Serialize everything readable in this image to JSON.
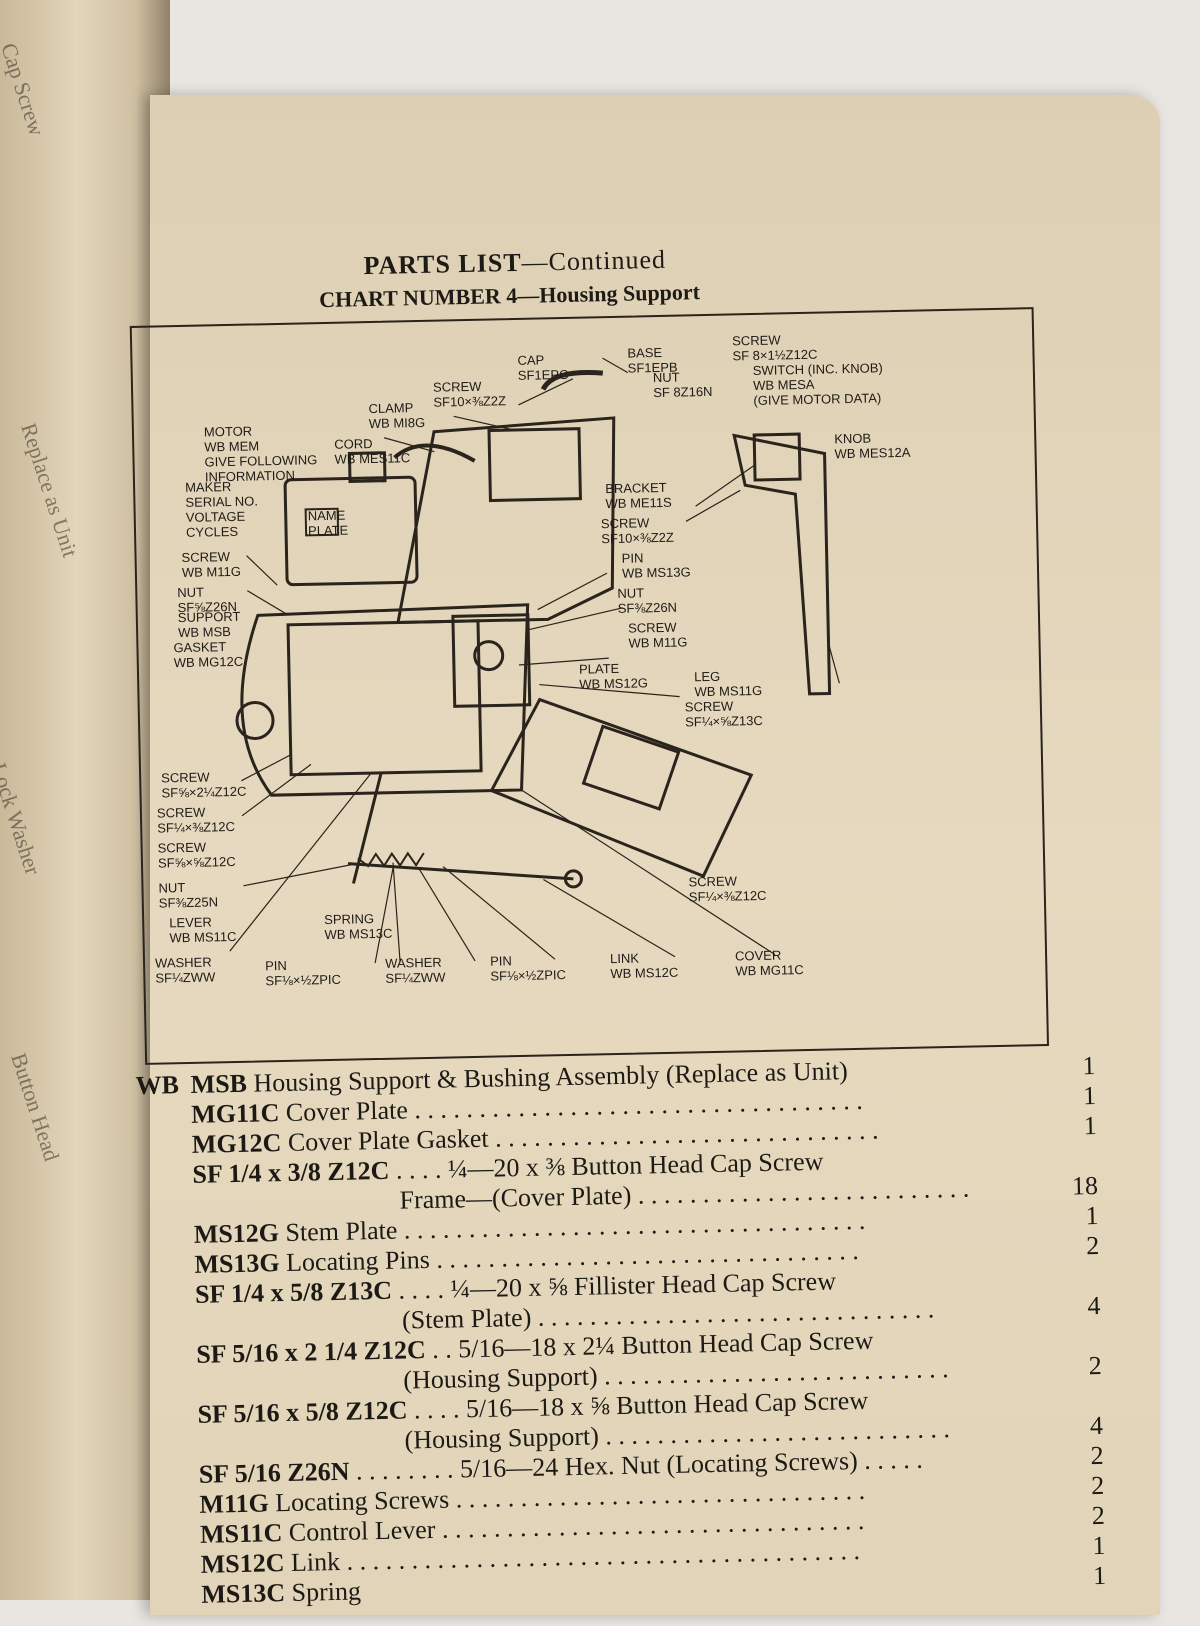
{
  "left_page": {
    "fragments": [
      "Cap Screw",
      "Replace as Unit",
      "Lock Washer",
      "Button Head"
    ]
  },
  "header": {
    "title": "PARTS LIST",
    "continued": "—Continued",
    "chart": "CHART NUMBER 4—Housing Support"
  },
  "diagram": {
    "labels": [
      {
        "id": "cap",
        "lines": [
          "CAP",
          "SF1EPC"
        ]
      },
      {
        "id": "base",
        "lines": [
          "BASE",
          "SF1EPB"
        ]
      },
      {
        "id": "screw-top",
        "lines": [
          "SCREW",
          "SF 8×1½Z12C"
        ]
      },
      {
        "id": "switch",
        "lines": [
          "SWITCH (INC. KNOB)",
          "WB MESA",
          "(GIVE MOTOR DATA)"
        ]
      },
      {
        "id": "nut-top",
        "lines": [
          "NUT",
          "SF 8Z16N"
        ]
      },
      {
        "id": "knob",
        "lines": [
          "KNOB",
          "WB MES12A"
        ]
      },
      {
        "id": "screw-clamp",
        "lines": [
          "SCREW",
          "SF10×⅜Z2Z"
        ]
      },
      {
        "id": "clamp",
        "lines": [
          "CLAMP",
          "WB MI8G"
        ]
      },
      {
        "id": "cord",
        "lines": [
          "CORD",
          "WB MES11C"
        ]
      },
      {
        "id": "motor",
        "lines": [
          "MOTOR",
          "WB MEM",
          "GIVE FOLLOWING",
          "INFORMATION"
        ]
      },
      {
        "id": "nameplate-fields",
        "lines": [
          "MAKER",
          "SERIAL NO.",
          "VOLTAGE",
          "CYCLES"
        ]
      },
      {
        "id": "nameplate",
        "lines": [
          "NAME",
          "PLATE"
        ]
      },
      {
        "id": "bracket",
        "lines": [
          "BRACKET",
          "WB ME11S"
        ]
      },
      {
        "id": "screw-bracket",
        "lines": [
          "SCREW",
          "SF10×⅜Z2Z"
        ]
      },
      {
        "id": "pin-top",
        "lines": [
          "PIN",
          "WB MS13G"
        ]
      },
      {
        "id": "nut-mid",
        "lines": [
          "NUT",
          "SF⅜Z26N"
        ]
      },
      {
        "id": "screw-mid",
        "lines": [
          "SCREW",
          "WB M11G"
        ]
      },
      {
        "id": "plate",
        "lines": [
          "PLATE",
          "WB MS12G"
        ]
      },
      {
        "id": "leg",
        "lines": [
          "LEG",
          "WB MS11G"
        ]
      },
      {
        "id": "screw-plate",
        "lines": [
          "SCREW",
          "SF¼×⅝Z13C"
        ]
      },
      {
        "id": "screw-left1",
        "lines": [
          "SCREW",
          "WB M11G"
        ]
      },
      {
        "id": "nut-left1",
        "lines": [
          "NUT",
          "SF⅝Z26N"
        ]
      },
      {
        "id": "support",
        "lines": [
          "SUPPORT",
          "WB MSB"
        ]
      },
      {
        "id": "gasket",
        "lines": [
          "GASKET",
          "WB MG12C"
        ]
      },
      {
        "id": "screw-l2",
        "lines": [
          "SCREW",
          "SF⅝×2¼Z12C"
        ]
      },
      {
        "id": "screw-l3",
        "lines": [
          "SCREW",
          "SF¼×⅜Z12C"
        ]
      },
      {
        "id": "screw-l4",
        "lines": [
          "SCREW",
          "SF⅝×⅝Z12C"
        ]
      },
      {
        "id": "nut-l5",
        "lines": [
          "NUT",
          "SF⅜Z25N"
        ]
      },
      {
        "id": "lever",
        "lines": [
          "LEVER",
          "WB MS11C"
        ]
      },
      {
        "id": "washer1",
        "lines": [
          "WASHER",
          "SF¼ZWW"
        ]
      },
      {
        "id": "pin1",
        "lines": [
          "PIN",
          "SF⅛×½ZPIC"
        ]
      },
      {
        "id": "spring",
        "lines": [
          "SPRING",
          "WB MS13C"
        ]
      },
      {
        "id": "washer2",
        "lines": [
          "WASHER",
          "SF¼ZWW"
        ]
      },
      {
        "id": "pin2",
        "lines": [
          "PIN",
          "SF⅛×½ZPIC"
        ]
      },
      {
        "id": "link",
        "lines": [
          "LINK",
          "WB MS12C"
        ]
      },
      {
        "id": "cover",
        "lines": [
          "COVER",
          "WB MG11C"
        ]
      },
      {
        "id": "screw-bottom",
        "lines": [
          "SCREW",
          "SF¼×⅜Z12C"
        ]
      }
    ]
  },
  "parts": [
    {
      "prefix": "WB",
      "code": "MSB",
      "desc": "Housing Support & Bushing Assembly (Replace as Unit)",
      "qty": "1"
    },
    {
      "prefix": "",
      "code": "MG11C",
      "desc": "Cover Plate . . . . . . . . . . . . . . . . . . . . . . . . . . . . . . . . . . .",
      "qty": "1"
    },
    {
      "prefix": "",
      "code": "MG12C",
      "desc": "Cover Plate Gasket . . . . . . . . . . . . . . . . . . . . . . . . . . . . . .",
      "qty": "1"
    },
    {
      "prefix": "",
      "code": "SF 1/4 x 3/8 Z12C",
      "desc": ". . . . ¼—20 x ⅜ Button Head Cap Screw",
      "qty": ""
    },
    {
      "prefix": "",
      "code": "",
      "desc": "Frame—(Cover Plate) . . . . . . . . . . . . . . . . . . . . . . . . . .",
      "qty": "18"
    },
    {
      "prefix": "",
      "code": "MS12G",
      "desc": "Stem Plate . . . . . . . . . . . . . . . . . . . . . . . . . . . . . . . . . . . .",
      "qty": "1"
    },
    {
      "prefix": "",
      "code": "MS13G",
      "desc": "Locating Pins . . . . . . . . . . . . . . . . . . . . . . . . . . . . . . . . .",
      "qty": "2"
    },
    {
      "prefix": "",
      "code": "SF 1/4 x 5/8 Z13C",
      "desc": ". . . . ¼—20 x ⅝ Fillister Head Cap Screw",
      "qty": ""
    },
    {
      "prefix": "",
      "code": "",
      "desc": "(Stem Plate) . . . . . . . . . . . . . . . . . . . . . . . . . . . . . . .",
      "qty": "4"
    },
    {
      "prefix": "",
      "code": "SF 5/16 x 2 1/4 Z12C",
      "desc": ". . 5/16—18 x 2¼ Button Head Cap Screw",
      "qty": ""
    },
    {
      "prefix": "",
      "code": "",
      "desc": "(Housing Support) . . . . . . . . . . . . . . . . . . . . . . . . . . .",
      "qty": "2"
    },
    {
      "prefix": "",
      "code": "SF 5/16 x 5/8 Z12C",
      "desc": ". . . . 5/16—18 x ⅝ Button Head  Cap Screw",
      "qty": ""
    },
    {
      "prefix": "",
      "code": "",
      "desc": "(Housing Support) . . . . . . . . . . . . . . . . . . . . . . . . . . .",
      "qty": "4"
    },
    {
      "prefix": "",
      "code": "SF 5/16 Z26N",
      "desc": ". . . . . . . . 5/16—24 Hex. Nut (Locating Screws) . . . . .",
      "qty": "2"
    },
    {
      "prefix": "",
      "code": "M11G",
      "desc": "Locating Screws . . . . . . . . . . . . . . . . . . . . . . . . . . . . . . . .",
      "qty": "2"
    },
    {
      "prefix": "",
      "code": "MS11C",
      "desc": "Control Lever . . . . . . . . . . . . . . . . . . . . . . . . . . . . . . . . .",
      "qty": "2"
    },
    {
      "prefix": "",
      "code": "MS12C",
      "desc": "Link . . . . . . . . . . . . . . . . . . . . . . . . . . . . . . . . . . . . . . . .",
      "qty": "1"
    },
    {
      "prefix": "",
      "code": "MS13C",
      "desc": "Spring",
      "qty": "1"
    }
  ]
}
